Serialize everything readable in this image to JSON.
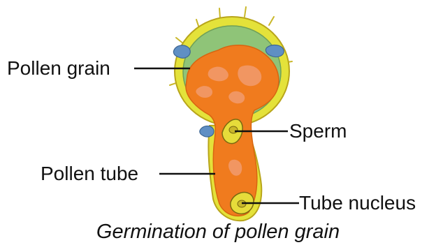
{
  "labels": {
    "pollen_grain": "Pollen grain",
    "sperm": "Sperm",
    "pollen_tube": "Pollen tube",
    "tube_nucleus": "Tube nucleus"
  },
  "caption": "Germination of pollen grain",
  "colors": {
    "exine": "#e4e23a",
    "exine_outline": "#b8a51a",
    "cytoplasm_green": "#8fc478",
    "cytoplasm_orange": "#f07b1e",
    "cytoplasm_pink": "#f29a6a",
    "pore_blue": "#5f8fc4",
    "nucleus_yellow": "#e6dc3a",
    "leader_line": "#111111"
  }
}
